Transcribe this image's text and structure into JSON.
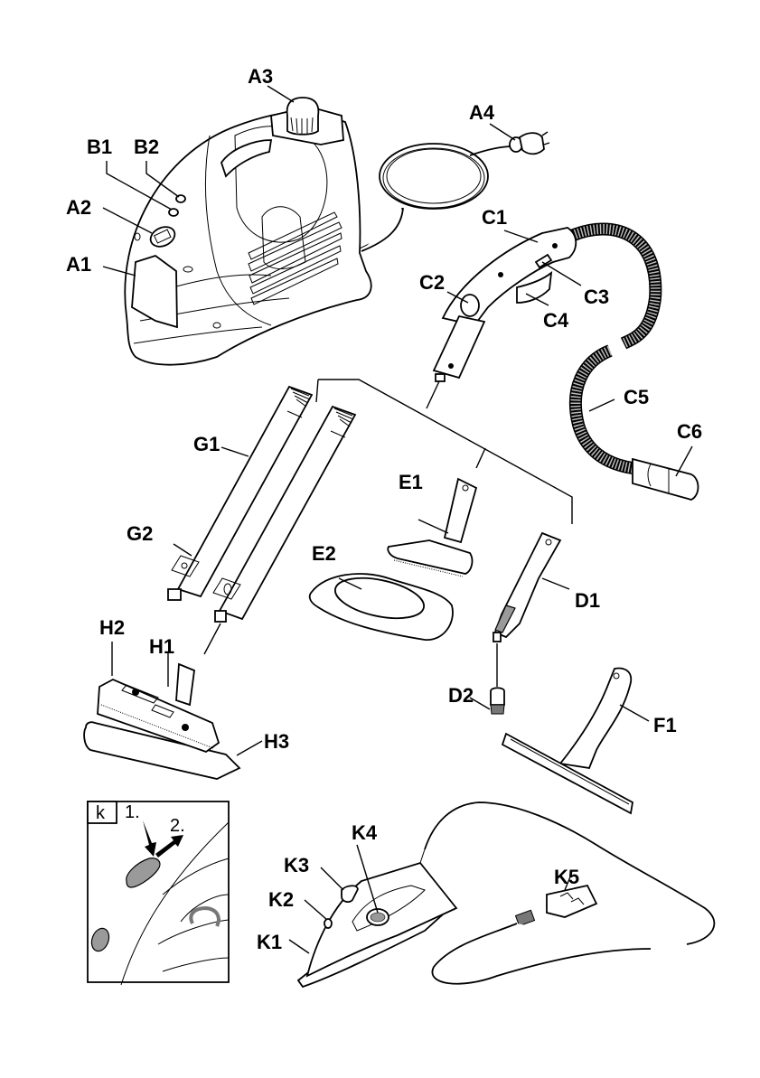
{
  "diagram": {
    "type": "product-parts-illustration",
    "colors": {
      "line": "#000000",
      "background": "#ffffff",
      "shade": "#9a9a9a"
    },
    "labels": {
      "A1": "A1",
      "A2": "A2",
      "A3": "A3",
      "A4": "A4",
      "B1": "B1",
      "B2": "B2",
      "C1": "C1",
      "C2": "C2",
      "C3": "C3",
      "C4": "C4",
      "C5": "C5",
      "C6": "C6",
      "D1": "D1",
      "D2": "D2",
      "E1": "E1",
      "E2": "E2",
      "F1": "F1",
      "G1": "G1",
      "G2": "G2",
      "H1": "H1",
      "H2": "H2",
      "H3": "H3",
      "K1": "K1",
      "K2": "K2",
      "K3": "K3",
      "K4": "K4",
      "K5": "K5"
    },
    "inset": {
      "tag": "k",
      "steps": [
        "1.",
        "2."
      ]
    },
    "components": [
      {
        "id": "main-unit",
        "parts": [
          "A1",
          "A2",
          "A3",
          "B1",
          "B2"
        ]
      },
      {
        "id": "power-cord",
        "parts": [
          "A4"
        ]
      },
      {
        "id": "steam-hose",
        "parts": [
          "C1",
          "C2",
          "C3",
          "C4",
          "C5",
          "C6"
        ]
      },
      {
        "id": "detail-nozzle",
        "parts": [
          "D1",
          "D2"
        ]
      },
      {
        "id": "hand-nozzle",
        "parts": [
          "E1",
          "E2"
        ]
      },
      {
        "id": "window-squeegee",
        "parts": [
          "F1"
        ]
      },
      {
        "id": "extension-tubes",
        "parts": [
          "G1",
          "G2"
        ]
      },
      {
        "id": "floor-nozzle",
        "parts": [
          "H1",
          "H2",
          "H3"
        ]
      },
      {
        "id": "steam-iron",
        "parts": [
          "K1",
          "K2",
          "K3",
          "K4",
          "K5"
        ]
      }
    ]
  }
}
